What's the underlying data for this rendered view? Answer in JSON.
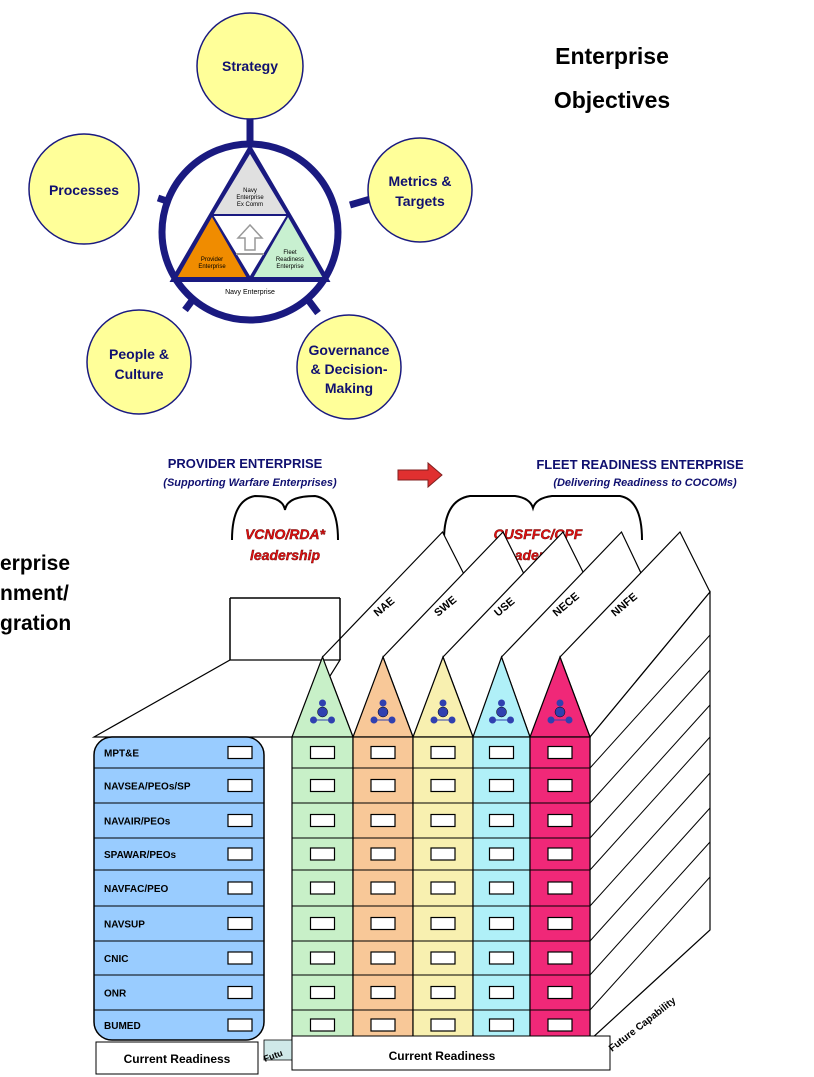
{
  "objectives": {
    "title_line1": "Enterprise",
    "title_line2": "Objectives",
    "strategy": "Strategy",
    "processes": "Processes",
    "metrics_line1": "Metrics &",
    "metrics_line2": "Targets",
    "people_line1": "People &",
    "people_line2": "Culture",
    "governance_line1": "Governance",
    "governance_line2": "& Decision-",
    "governance_line3": "Making",
    "triangle_top_line1": "Navy",
    "triangle_top_line2": "Enterprise",
    "triangle_top_line3": "Ex Comm",
    "triangle_left_line1": "Provider",
    "triangle_left_line2": "Enterprise",
    "triangle_right_line1": "Fleet",
    "triangle_right_line2": "Readiness",
    "triangle_right_line3": "Enterprise",
    "navy_enterprise": "Navy Enterprise"
  },
  "provider": {
    "title": "PROVIDER ENTERPRISE",
    "subtitle": "(Supporting Warfare Enterprises)",
    "leader_line1": "VCNO/RDA*",
    "leader_line2": "leadership"
  },
  "fleet": {
    "title": "FLEET READINESS ENTERPRISE",
    "subtitle": "(Delivering Readiness to COCOMs)",
    "leader_line1": "CUSFFC/CPF",
    "leader_line2": "leadership"
  },
  "alignment": {
    "line1": "erprise",
    "line2": "nment/",
    "line3": "gration"
  },
  "rows": [
    "MPT&E",
    "NAVSEA/PEOs/SP",
    "NAVAIR/PEOs",
    "SPAWAR/PEOs",
    "NAVFAC/PEO",
    "NAVSUP",
    "CNIC",
    "ONR",
    "BUMED"
  ],
  "columns": [
    {
      "name": "NAE",
      "color": "#c8f0c8"
    },
    {
      "name": "SWE",
      "color": "#f8c898"
    },
    {
      "name": "USE",
      "color": "#f8f0b0"
    },
    {
      "name": "NECE",
      "color": "#b0f0f8"
    },
    {
      "name": "NNFE",
      "color": "#f02878"
    }
  ],
  "colors": {
    "circle_fill": "#ffff99",
    "ring": "#1a1a80",
    "navy_text": "#101070",
    "leader_text": "#e01010",
    "provider_panel": "#99ccff",
    "arrow": "#e03030",
    "tri_top": "#e0e0e0",
    "tri_left": "#f08c00",
    "tri_right": "#c8f0d0"
  },
  "bottom": {
    "left_label": "Current Readiness",
    "right_label": "Current Readiness",
    "future_left": "Futu",
    "future_right": "Future Capability"
  }
}
